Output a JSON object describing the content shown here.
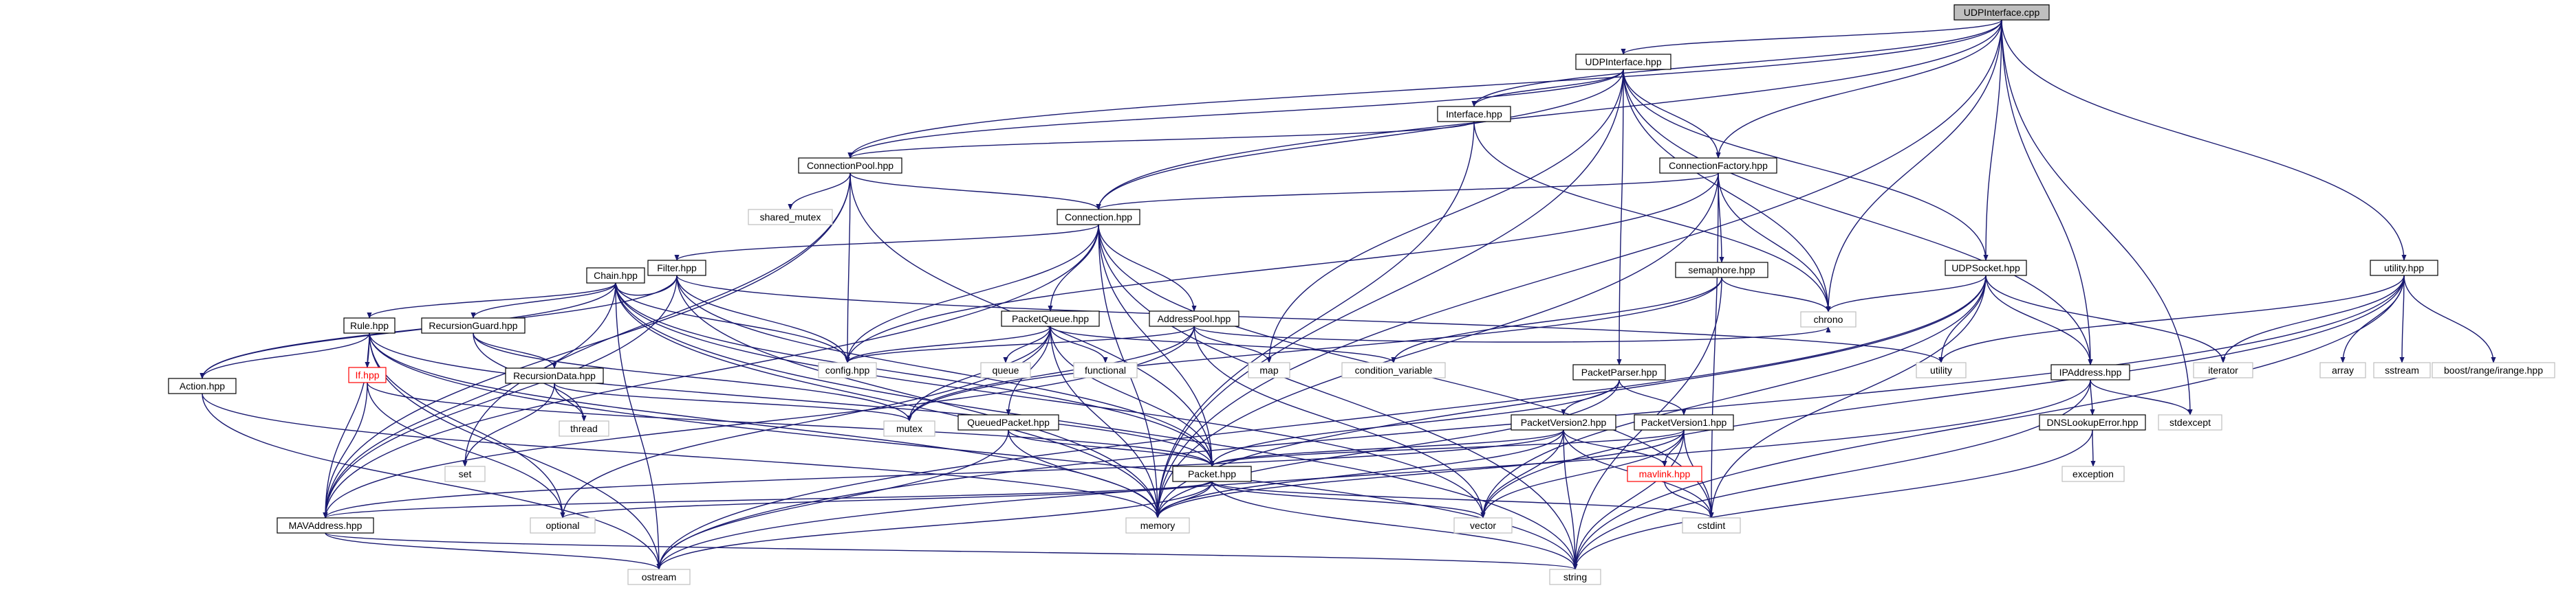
{
  "graph": {
    "nodes": [
      {
        "id": "udpinterface_cpp",
        "label": "UDPInterface.cpp",
        "kind": "root"
      },
      {
        "id": "udpinterface_hpp",
        "label": "UDPInterface.hpp",
        "kind": "file"
      },
      {
        "id": "interface_hpp",
        "label": "Interface.hpp",
        "kind": "file"
      },
      {
        "id": "connectionpool_hpp",
        "label": "ConnectionPool.hpp",
        "kind": "file"
      },
      {
        "id": "connectionfactory_hpp",
        "label": "ConnectionFactory.hpp",
        "kind": "file"
      },
      {
        "id": "connection_hpp",
        "label": "Connection.hpp",
        "kind": "file"
      },
      {
        "id": "filter_hpp",
        "label": "Filter.hpp",
        "kind": "file"
      },
      {
        "id": "chain_hpp",
        "label": "Chain.hpp",
        "kind": "file"
      },
      {
        "id": "rule_hpp",
        "label": "Rule.hpp",
        "kind": "file"
      },
      {
        "id": "recursionguard_hpp",
        "label": "RecursionGuard.hpp",
        "kind": "file"
      },
      {
        "id": "recursiondata_hpp",
        "label": "RecursionData.hpp",
        "kind": "file"
      },
      {
        "id": "action_hpp",
        "label": "Action.hpp",
        "kind": "file"
      },
      {
        "id": "if_hpp",
        "label": "If.hpp",
        "kind": "incomplete"
      },
      {
        "id": "mavaddress_hpp",
        "label": "MAVAddress.hpp",
        "kind": "file"
      },
      {
        "id": "packetqueue_hpp",
        "label": "PacketQueue.hpp",
        "kind": "file"
      },
      {
        "id": "queuedpacket_hpp",
        "label": "QueuedPacket.hpp",
        "kind": "file"
      },
      {
        "id": "addresspool_hpp",
        "label": "AddressPool.hpp",
        "kind": "file"
      },
      {
        "id": "packet_hpp",
        "label": "Packet.hpp",
        "kind": "file"
      },
      {
        "id": "semaphore_hpp",
        "label": "semaphore.hpp",
        "kind": "file"
      },
      {
        "id": "packetparser_hpp",
        "label": "PacketParser.hpp",
        "kind": "file"
      },
      {
        "id": "packetversion2_hpp",
        "label": "PacketVersion2.hpp",
        "kind": "file"
      },
      {
        "id": "packetversion1_hpp",
        "label": "PacketVersion1.hpp",
        "kind": "file"
      },
      {
        "id": "mavlink_hpp",
        "label": "mavlink.hpp",
        "kind": "incomplete"
      },
      {
        "id": "udpsocket_hpp",
        "label": "UDPSocket.hpp",
        "kind": "file"
      },
      {
        "id": "ipaddress_hpp",
        "label": "IPAddress.hpp",
        "kind": "file"
      },
      {
        "id": "dnslookuperror_hpp",
        "label": "DNSLookupError.hpp",
        "kind": "file"
      },
      {
        "id": "utility_hpp",
        "label": "utility.hpp",
        "kind": "file"
      },
      {
        "id": "config_hpp",
        "label": "config.hpp",
        "kind": "system"
      },
      {
        "id": "shared_mutex",
        "label": "shared_mutex",
        "kind": "system"
      },
      {
        "id": "map",
        "label": "map",
        "kind": "system"
      },
      {
        "id": "condition_variable",
        "label": "condition_variable",
        "kind": "system"
      },
      {
        "id": "chrono",
        "label": "chrono",
        "kind": "system"
      },
      {
        "id": "queue",
        "label": "queue",
        "kind": "system"
      },
      {
        "id": "functional",
        "label": "functional",
        "kind": "system"
      },
      {
        "id": "mutex",
        "label": "mutex",
        "kind": "system"
      },
      {
        "id": "thread",
        "label": "thread",
        "kind": "system"
      },
      {
        "id": "set",
        "label": "set",
        "kind": "system"
      },
      {
        "id": "optional",
        "label": "optional",
        "kind": "system"
      },
      {
        "id": "memory",
        "label": "memory",
        "kind": "system"
      },
      {
        "id": "vector",
        "label": "vector",
        "kind": "system"
      },
      {
        "id": "cstdint",
        "label": "cstdint",
        "kind": "system"
      },
      {
        "id": "ostream",
        "label": "ostream",
        "kind": "system"
      },
      {
        "id": "string",
        "label": "string",
        "kind": "system"
      },
      {
        "id": "utility",
        "label": "utility",
        "kind": "system"
      },
      {
        "id": "iterator",
        "label": "iterator",
        "kind": "system"
      },
      {
        "id": "array",
        "label": "array",
        "kind": "system"
      },
      {
        "id": "sstream",
        "label": "sstream",
        "kind": "system"
      },
      {
        "id": "boost_range",
        "label": "boost/range/irange.hpp",
        "kind": "system"
      },
      {
        "id": "stdexcept",
        "label": "stdexcept",
        "kind": "system"
      },
      {
        "id": "exception",
        "label": "exception",
        "kind": "system"
      }
    ],
    "edges": [
      [
        "udpinterface_cpp",
        "udpinterface_hpp"
      ],
      [
        "udpinterface_cpp",
        "interface_hpp"
      ],
      [
        "udpinterface_cpp",
        "connectionpool_hpp"
      ],
      [
        "udpinterface_cpp",
        "connectionfactory_hpp"
      ],
      [
        "udpinterface_cpp",
        "connection_hpp"
      ],
      [
        "udpinterface_cpp",
        "chrono"
      ],
      [
        "udpinterface_cpp",
        "memory"
      ],
      [
        "udpinterface_cpp",
        "udpsocket_hpp"
      ],
      [
        "udpinterface_cpp",
        "ipaddress_hpp"
      ],
      [
        "udpinterface_cpp",
        "stdexcept"
      ],
      [
        "udpinterface_cpp",
        "utility_hpp"
      ],
      [
        "udpinterface_hpp",
        "interface_hpp"
      ],
      [
        "udpinterface_hpp",
        "connectionpool_hpp"
      ],
      [
        "udpinterface_hpp",
        "connection_hpp"
      ],
      [
        "udpinterface_hpp",
        "connectionfactory_hpp"
      ],
      [
        "udpinterface_hpp",
        "map"
      ],
      [
        "udpinterface_hpp",
        "memory"
      ],
      [
        "udpinterface_hpp",
        "chrono"
      ],
      [
        "udpinterface_hpp",
        "packetparser_hpp"
      ],
      [
        "udpinterface_hpp",
        "udpsocket_hpp"
      ],
      [
        "udpinterface_hpp",
        "ipaddress_hpp"
      ],
      [
        "interface_hpp",
        "connectionpool_hpp"
      ],
      [
        "interface_hpp",
        "memory"
      ],
      [
        "interface_hpp",
        "chrono"
      ],
      [
        "connectionpool_hpp",
        "connection_hpp"
      ],
      [
        "connectionpool_hpp",
        "config_hpp"
      ],
      [
        "connectionpool_hpp",
        "shared_mutex"
      ],
      [
        "connectionpool_hpp",
        "mavaddress_hpp"
      ],
      [
        "connectionpool_hpp",
        "packet_hpp"
      ],
      [
        "connectionpool_hpp",
        "set"
      ],
      [
        "connectionfactory_hpp",
        "connection_hpp"
      ],
      [
        "connectionfactory_hpp",
        "config_hpp"
      ],
      [
        "connectionfactory_hpp",
        "semaphore_hpp"
      ],
      [
        "connectionfactory_hpp",
        "chrono"
      ],
      [
        "connectionfactory_hpp",
        "memory"
      ],
      [
        "connectionfactory_hpp",
        "cstdint"
      ],
      [
        "connection_hpp",
        "filter_hpp"
      ],
      [
        "connection_hpp",
        "packetqueue_hpp"
      ],
      [
        "connection_hpp",
        "addresspool_hpp"
      ],
      [
        "connection_hpp",
        "config_hpp"
      ],
      [
        "connection_hpp",
        "packet_hpp"
      ],
      [
        "connection_hpp",
        "memory"
      ],
      [
        "connection_hpp",
        "string"
      ],
      [
        "connection_hpp",
        "mavaddress_hpp"
      ],
      [
        "connection_hpp",
        "cstdint"
      ],
      [
        "filter_hpp",
        "chain_hpp"
      ],
      [
        "filter_hpp",
        "config_hpp"
      ],
      [
        "filter_hpp",
        "packet_hpp"
      ],
      [
        "filter_hpp",
        "mavaddress_hpp"
      ],
      [
        "filter_hpp",
        "action_hpp"
      ],
      [
        "filter_hpp",
        "utility"
      ],
      [
        "filter_hpp",
        "memory"
      ],
      [
        "chain_hpp",
        "rule_hpp"
      ],
      [
        "chain_hpp",
        "recursionguard_hpp"
      ],
      [
        "chain_hpp",
        "action_hpp"
      ],
      [
        "chain_hpp",
        "config_hpp"
      ],
      [
        "chain_hpp",
        "packet_hpp"
      ],
      [
        "chain_hpp",
        "mavaddress_hpp"
      ],
      [
        "chain_hpp",
        "memory"
      ],
      [
        "chain_hpp",
        "string"
      ],
      [
        "chain_hpp",
        "ostream"
      ],
      [
        "chain_hpp",
        "vector"
      ],
      [
        "rule_hpp",
        "action_hpp"
      ],
      [
        "rule_hpp",
        "if_hpp"
      ],
      [
        "rule_hpp",
        "packet_hpp"
      ],
      [
        "rule_hpp",
        "mavaddress_hpp"
      ],
      [
        "rule_hpp",
        "optional"
      ],
      [
        "rule_hpp",
        "ostream"
      ],
      [
        "rule_hpp",
        "memory"
      ],
      [
        "rule_hpp",
        "string"
      ],
      [
        "recursionguard_hpp",
        "recursiondata_hpp"
      ],
      [
        "recursionguard_hpp",
        "mutex"
      ],
      [
        "recursionguard_hpp",
        "thread"
      ],
      [
        "recursiondata_hpp",
        "set"
      ],
      [
        "recursiondata_hpp",
        "mutex"
      ],
      [
        "recursiondata_hpp",
        "thread"
      ],
      [
        "action_hpp",
        "ostream"
      ],
      [
        "action_hpp",
        "memory"
      ],
      [
        "if_hpp",
        "mavaddress_hpp"
      ],
      [
        "if_hpp",
        "packet_hpp"
      ],
      [
        "if_hpp",
        "optional"
      ],
      [
        "mavaddress_hpp",
        "ostream"
      ],
      [
        "mavaddress_hpp",
        "string"
      ],
      [
        "packetqueue_hpp",
        "queuedpacket_hpp"
      ],
      [
        "packetqueue_hpp",
        "config_hpp"
      ],
      [
        "packetqueue_hpp",
        "packet_hpp"
      ],
      [
        "packetqueue_hpp",
        "condition_variable"
      ],
      [
        "packetqueue_hpp",
        "queue"
      ],
      [
        "packetqueue_hpp",
        "functional"
      ],
      [
        "packetqueue_hpp",
        "mutex"
      ],
      [
        "packetqueue_hpp",
        "memory"
      ],
      [
        "packetqueue_hpp",
        "optional"
      ],
      [
        "queuedpacket_hpp",
        "packet_hpp"
      ],
      [
        "queuedpacket_hpp",
        "memory"
      ],
      [
        "queuedpacket_hpp",
        "ostream"
      ],
      [
        "addresspool_hpp",
        "config_hpp"
      ],
      [
        "addresspool_hpp",
        "mavaddress_hpp"
      ],
      [
        "addresspool_hpp",
        "map"
      ],
      [
        "addresspool_hpp",
        "chrono"
      ],
      [
        "addresspool_hpp",
        "mutex"
      ],
      [
        "addresspool_hpp",
        "vector"
      ],
      [
        "packet_hpp",
        "mavaddress_hpp"
      ],
      [
        "packet_hpp",
        "optional"
      ],
      [
        "packet_hpp",
        "memory"
      ],
      [
        "packet_hpp",
        "vector"
      ],
      [
        "packet_hpp",
        "cstdint"
      ],
      [
        "packet_hpp",
        "ostream"
      ],
      [
        "packet_hpp",
        "string"
      ],
      [
        "semaphore_hpp",
        "condition_variable"
      ],
      [
        "semaphore_hpp",
        "chrono"
      ],
      [
        "semaphore_hpp",
        "mutex"
      ],
      [
        "semaphore_hpp",
        "string"
      ],
      [
        "packetparser_hpp",
        "packet_hpp"
      ],
      [
        "packetparser_hpp",
        "packetversion2_hpp"
      ],
      [
        "packetparser_hpp",
        "packetversion1_hpp"
      ],
      [
        "packetparser_hpp",
        "memory"
      ],
      [
        "packetversion2_hpp",
        "packet_hpp"
      ],
      [
        "packetversion2_hpp",
        "mavlink_hpp"
      ],
      [
        "packetversion2_hpp",
        "memory"
      ],
      [
        "packetversion2_hpp",
        "vector"
      ],
      [
        "packetversion2_hpp",
        "cstdint"
      ],
      [
        "packetversion2_hpp",
        "string"
      ],
      [
        "packetversion2_hpp",
        "mavaddress_hpp"
      ],
      [
        "packetversion1_hpp",
        "packet_hpp"
      ],
      [
        "packetversion1_hpp",
        "mavlink_hpp"
      ],
      [
        "packetversion1_hpp",
        "memory"
      ],
      [
        "packetversion1_hpp",
        "vector"
      ],
      [
        "packetversion1_hpp",
        "cstdint"
      ],
      [
        "packetversion1_hpp",
        "string"
      ],
      [
        "mavlink_hpp",
        "cstdint"
      ],
      [
        "udpsocket_hpp",
        "ipaddress_hpp"
      ],
      [
        "udpsocket_hpp",
        "chrono"
      ],
      [
        "udpsocket_hpp",
        "utility"
      ],
      [
        "udpsocket_hpp",
        "vector"
      ],
      [
        "udpsocket_hpp",
        "memory"
      ],
      [
        "udpsocket_hpp",
        "iterator"
      ],
      [
        "udpsocket_hpp",
        "cstdint"
      ],
      [
        "udpsocket_hpp",
        "ostream"
      ],
      [
        "ipaddress_hpp",
        "dnslookuperror_hpp"
      ],
      [
        "ipaddress_hpp",
        "stdexcept"
      ],
      [
        "ipaddress_hpp",
        "string"
      ],
      [
        "ipaddress_hpp",
        "ostream"
      ],
      [
        "dnslookuperror_hpp",
        "exception"
      ],
      [
        "dnslookuperror_hpp",
        "string"
      ],
      [
        "utility_hpp",
        "utility"
      ],
      [
        "utility_hpp",
        "iterator"
      ],
      [
        "utility_hpp",
        "array"
      ],
      [
        "utility_hpp",
        "sstream"
      ],
      [
        "utility_hpp",
        "boost_range"
      ],
      [
        "utility_hpp",
        "vector"
      ],
      [
        "utility_hpp",
        "string"
      ],
      [
        "utility_hpp",
        "ostream"
      ]
    ]
  },
  "colors": {
    "edge": "#191970",
    "node_border": "#000000",
    "node_fill": "#ffffff",
    "root_fill": "#bfbfbf",
    "incomplete_border": "#ff0000",
    "incomplete_text": "#ff0000",
    "system_border": "#bfbfbf",
    "text": "#000000"
  }
}
